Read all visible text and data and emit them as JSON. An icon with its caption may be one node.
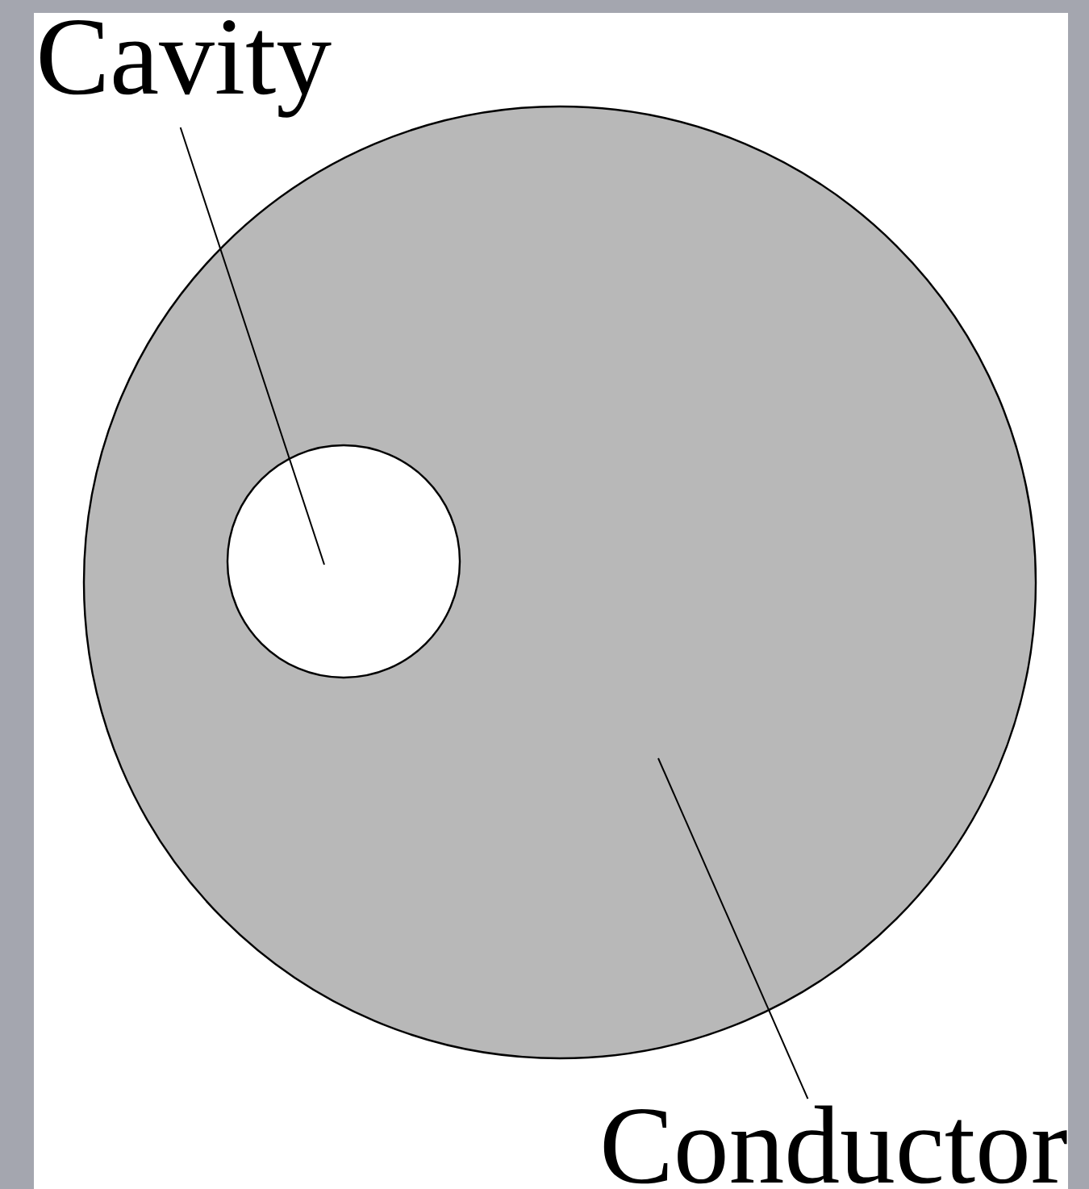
{
  "diagram": {
    "nodes": [
      {
        "text": [
          "Cavity"
        ]
      },
      {
        "text": [
          "Conductor"
        ]
      },
      {
        "text": [],
        "shape": "circle"
      },
      {
        "text": [],
        "shape": "circle",
        "in": 2
      }
    ],
    "edges": [
      {
        "from": 0,
        "to": 3,
        "arrow": "none"
      },
      {
        "from": 1,
        "to": 2,
        "arrow": "none"
      }
    ]
  }
}
